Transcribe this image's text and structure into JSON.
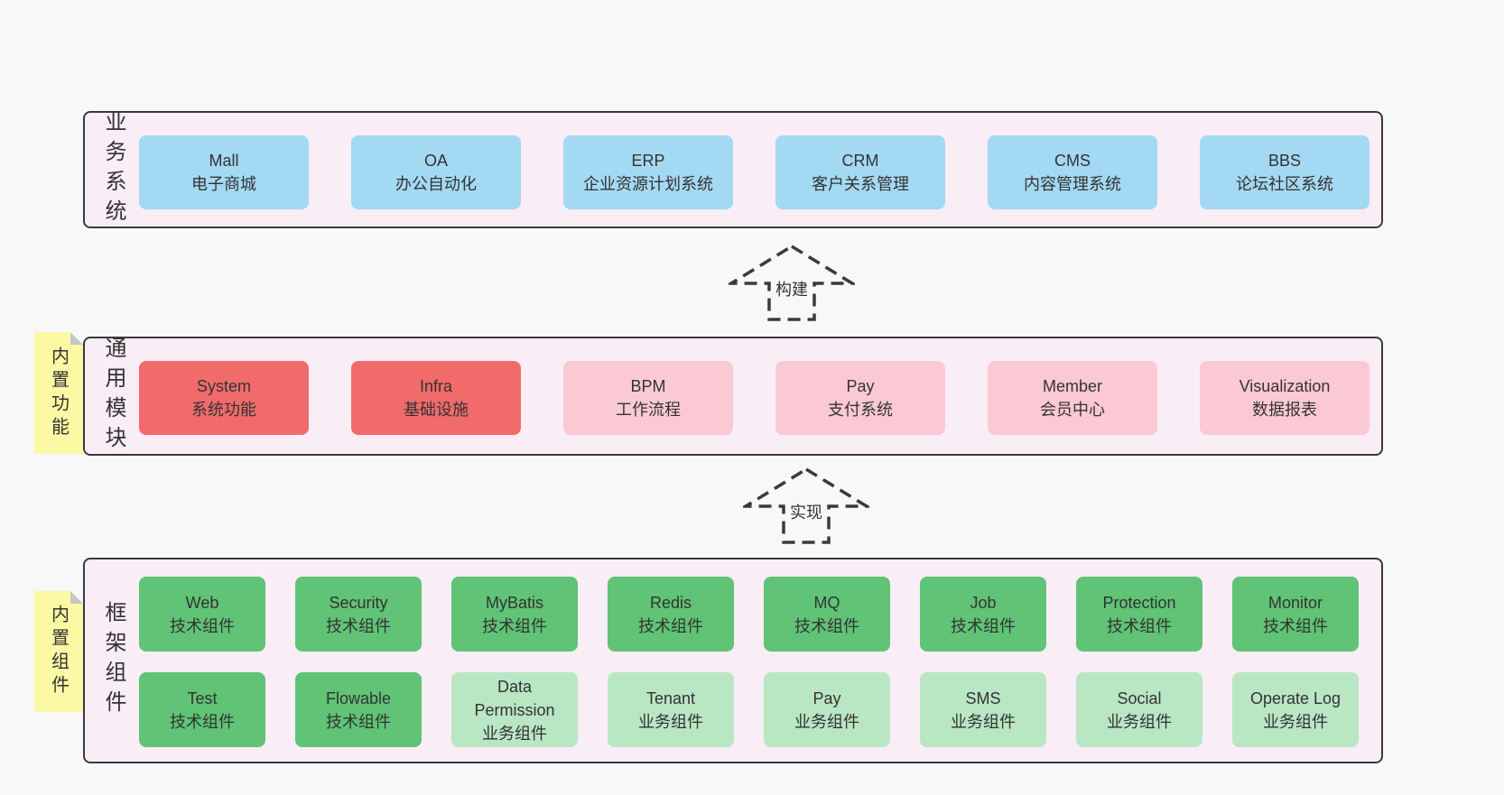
{
  "palette": {
    "page_bg": "#f8f8f8",
    "panel_bg": "#f9edf6",
    "panel_border": "#3a3a3a",
    "box_blue": "#a4d9f3",
    "box_red": "#f16b6b",
    "box_pink": "#fbc9d3",
    "box_green": "#60c376",
    "box_green_light": "#b9e6c3",
    "sticky_yellow": "#fbf9a3",
    "sticky_fold_gray": "#c6c6c6",
    "text": "#333333"
  },
  "layers": {
    "business": {
      "label": "业务系统",
      "boxes": [
        {
          "name": "Mall",
          "desc": "电子商城"
        },
        {
          "name": "OA",
          "desc": "办公自动化"
        },
        {
          "name": "ERP",
          "desc": "企业资源计划系统"
        },
        {
          "name": "CRM",
          "desc": "客户关系管理"
        },
        {
          "name": "CMS",
          "desc": "内容管理系统"
        },
        {
          "name": "BBS",
          "desc": "论坛社区系统"
        }
      ]
    },
    "modules": {
      "label": "通用模块",
      "sticky": "内置功能",
      "boxes": [
        {
          "name": "System",
          "desc": "系统功能"
        },
        {
          "name": "Infra",
          "desc": "基础设施"
        },
        {
          "name": "BPM",
          "desc": "工作流程"
        },
        {
          "name": "Pay",
          "desc": "支付系统"
        },
        {
          "name": "Member",
          "desc": "会员中心"
        },
        {
          "name": "Visualization",
          "desc": "数据报表"
        }
      ]
    },
    "components": {
      "label": "框架组件",
      "sticky": "内置组件",
      "row1": [
        {
          "name": "Web",
          "desc": "技术组件"
        },
        {
          "name": "Security",
          "desc": "技术组件"
        },
        {
          "name": "MyBatis",
          "desc": "技术组件"
        },
        {
          "name": "Redis",
          "desc": "技术组件"
        },
        {
          "name": "MQ",
          "desc": "技术组件"
        },
        {
          "name": "Job",
          "desc": "技术组件"
        },
        {
          "name": "Protection",
          "desc": "技术组件"
        },
        {
          "name": "Monitor",
          "desc": "技术组件"
        }
      ],
      "row2": [
        {
          "name": "Test",
          "desc": "技术组件"
        },
        {
          "name": "Flowable",
          "desc": "技术组件"
        },
        {
          "name": "Data Permission",
          "desc": "业务组件"
        },
        {
          "name": "Tenant",
          "desc": "业务组件"
        },
        {
          "name": "Pay",
          "desc": "业务组件"
        },
        {
          "name": "SMS",
          "desc": "业务组件"
        },
        {
          "name": "Social",
          "desc": "业务组件"
        },
        {
          "name": "Operate Log",
          "desc": "业务组件"
        }
      ]
    }
  },
  "arrows": {
    "build": "构建",
    "implement": "实现"
  }
}
